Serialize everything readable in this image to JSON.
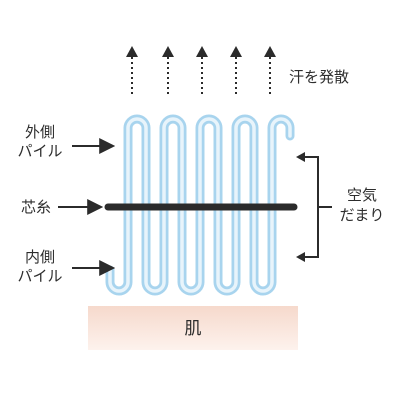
{
  "labels": {
    "sweat": "汗を発散",
    "outer_pile_line1": "外側",
    "outer_pile_line2": "パイル",
    "core_yarn": "芯糸",
    "inner_pile_line1": "内側",
    "inner_pile_line2": "パイル",
    "air_line1": "空気",
    "air_line2": "だまり",
    "skin": "肌"
  },
  "colors": {
    "pile_outline": "#a8d4ee",
    "pile_fill": "#e8f4fb",
    "core_yarn": "#2b2b2b",
    "arrow": "#2b2b2b",
    "skin_top": "#f6d9cc",
    "skin_bottom": "#fdf2ed",
    "text": "#2d2d2d"
  },
  "icons": {
    "sweat_arrow": "dotted-up-arrow-icon",
    "pointer_arrow": "right-arrow-icon",
    "bracket_arrow": "left-arrow-icon"
  }
}
